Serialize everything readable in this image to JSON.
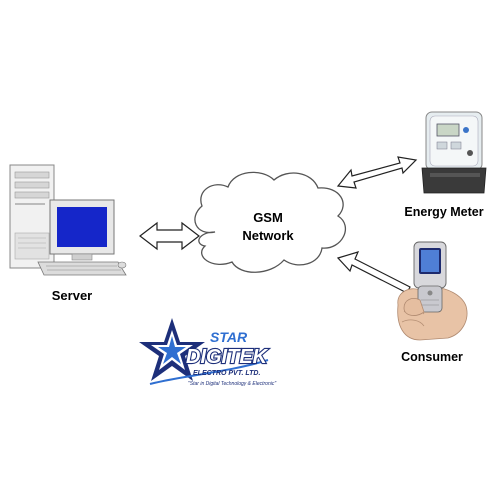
{
  "diagram": {
    "cloud": {
      "line1": "GSM",
      "line2": "Network"
    },
    "nodes": {
      "server": {
        "label": "Server",
        "icon": "server-computer-icon"
      },
      "energy_meter": {
        "label": "Energy Meter",
        "icon": "energy-meter-icon"
      },
      "consumer": {
        "label": "Consumer",
        "icon": "mobile-phone-icon"
      }
    },
    "connections": [
      {
        "from": "Server",
        "to": "GSM Network",
        "direction": "both"
      },
      {
        "from": "GSM Network",
        "to": "Energy Meter",
        "direction": "both"
      },
      {
        "from": "Consumer",
        "to": "GSM Network",
        "direction": "one-way"
      }
    ],
    "logo": {
      "star_word": "STAR",
      "brand": "DIGITEK",
      "company": "ELECTRO PVT. LTD.",
      "tagline": "\"Star in Digital Technology & Electronic\"",
      "colors": {
        "navy": "#1d2f7a",
        "blue": "#2f6fd1"
      }
    }
  }
}
